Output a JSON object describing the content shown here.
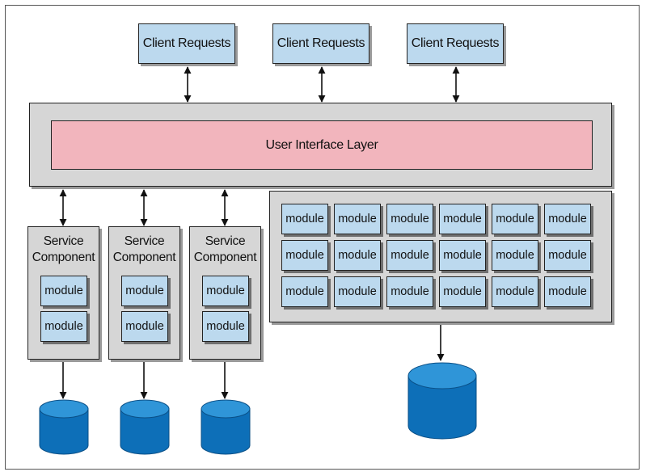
{
  "clients": [
    {
      "label": "Client Requests"
    },
    {
      "label": "Client Requests"
    },
    {
      "label": "Client Requests"
    }
  ],
  "ui_layer": {
    "label": "User Interface Layer"
  },
  "service_components": [
    {
      "title": "Service\nComponent",
      "modules": [
        "module",
        "module"
      ]
    },
    {
      "title": "Service\nComponent",
      "modules": [
        "module",
        "module"
      ]
    },
    {
      "title": "Service\nComponent",
      "modules": [
        "module",
        "module"
      ]
    }
  ],
  "monolith": {
    "modules": [
      "module",
      "module",
      "module",
      "module",
      "module",
      "module",
      "module",
      "module",
      "module",
      "module",
      "module",
      "module",
      "module",
      "module",
      "module",
      "module",
      "module",
      "module"
    ]
  },
  "colors": {
    "client_fill": "#bcd9ee",
    "ui_layer_fill": "#f2b5bd",
    "container_fill": "#d6d6d6",
    "module_fill": "#bcd9ee",
    "database_fill": "#0d6fb8",
    "database_top": "#2f95d8"
  },
  "icons": {
    "database": "database-icon"
  }
}
